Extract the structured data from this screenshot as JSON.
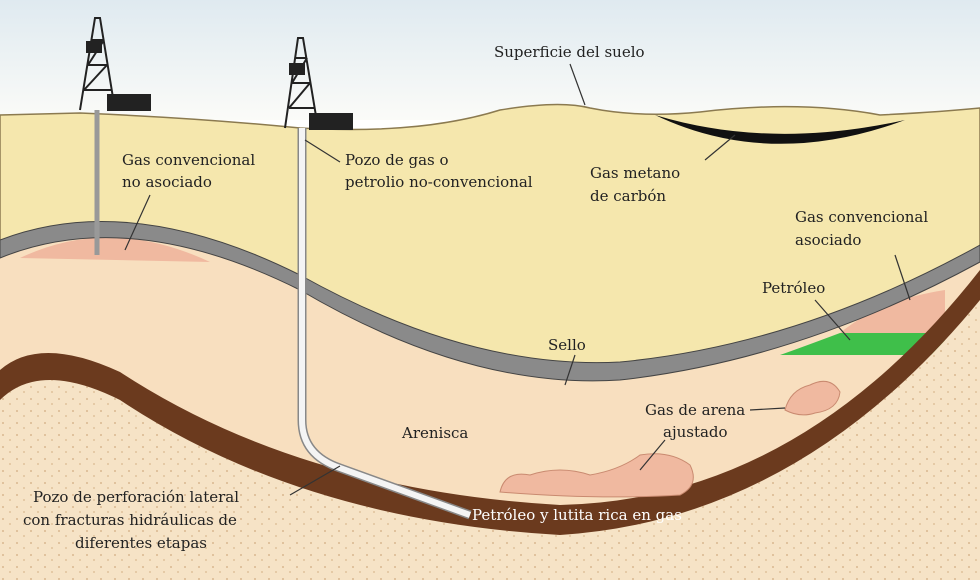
{
  "labels": {
    "surface": "Superficie del suelo",
    "conv_nonassoc_1": "Gas convencional",
    "conv_nonassoc_2": "no asociado",
    "unconv_well_1": "Pozo de gas o",
    "unconv_well_2": "petrolio no-convencional",
    "coalbed_1": "Gas metano",
    "coalbed_2": "de carbón",
    "conv_assoc_1": "Gas convencional",
    "conv_assoc_2": "asociado",
    "oil": "Petróleo",
    "seal": "Sello",
    "tight_gas_1": "Gas de arena",
    "tight_gas_2": "ajustado",
    "sandstone": "Arenisca",
    "lateral_1": "Pozo de perforación lateral",
    "lateral_2": "con fracturas hidráulicas de",
    "lateral_3": "diferentes etapas",
    "shale": "Petróleo y lutita rica en gas"
  },
  "colors": {
    "sky": "#eef3f5",
    "surface_soil": "#f5e7ad",
    "seal": "#8a8a8a",
    "sub_seal": "#f8dfbf",
    "shale": "#6b3a1e",
    "sand": "#f6e3c6",
    "gas": "#f0b9a0",
    "oil": "#3fbf4a",
    "coal": "#111111"
  }
}
